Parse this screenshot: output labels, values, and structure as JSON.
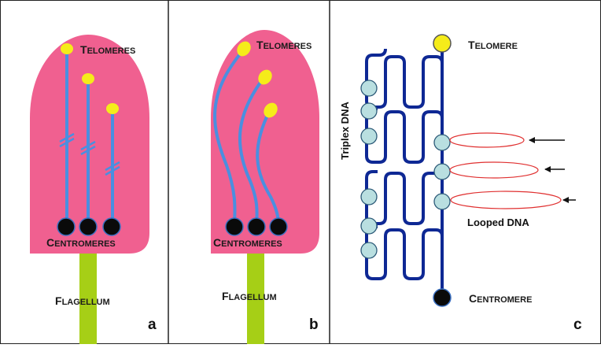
{
  "colors": {
    "cell": "#f06090",
    "chromatin": "#4a8fe0",
    "telomere": "#f5ec1a",
    "centromere": "#0a0a0a",
    "flagellum": "#a6cf16",
    "fiber": "#0e2894",
    "bead": "#b9dfe0",
    "loop": "#e03030"
  },
  "panels": {
    "a": {
      "letter": "a",
      "telomeres": {
        "initial": "T",
        "rest": "ELOMERES"
      },
      "centromeres": {
        "initial": "C",
        "rest": "ENTROMERES"
      },
      "flagellum": {
        "initial": "F",
        "rest": "LAGELLUM"
      }
    },
    "b": {
      "letter": "b",
      "telomeres": {
        "initial": "T",
        "rest": "ELOMERES"
      },
      "centromeres": {
        "initial": "C",
        "rest": "ENTROMERES"
      },
      "flagellum": {
        "initial": "F",
        "rest": "LAGELLUM"
      }
    },
    "c": {
      "letter": "c",
      "telomere": {
        "initial": "T",
        "rest": "ELOMERE"
      },
      "centromere": {
        "initial": "C",
        "rest": "ENTROMERE"
      },
      "triplex_label": "Triplex DNA",
      "looped_label": "Looped DNA"
    }
  }
}
